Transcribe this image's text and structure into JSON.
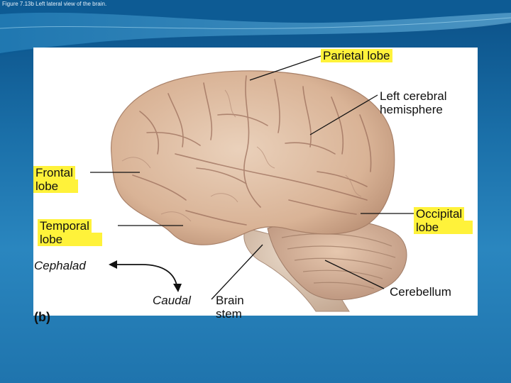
{
  "slide": {
    "caption": "Figure 7.13b Left lateral view of the brain."
  },
  "labels": {
    "parietal": "Parietal lobe",
    "left_cerebral_1": "Left cerebral",
    "left_cerebral_2": "hemisphere",
    "frontal_1": "Frontal",
    "frontal_2": "lobe",
    "occipital_1": "Occipital",
    "occipital_2": "lobe",
    "temporal_1": "Temporal",
    "temporal_2": "lobe",
    "cephalad": "Cephalad",
    "caudal": "Caudal",
    "brain_stem_1": "Brain",
    "brain_stem_2": "stem",
    "cerebellum": "Cerebellum",
    "panel": "(b)"
  },
  "colors": {
    "label_highlight": "#fff23a",
    "background_top": "#0a4f86",
    "background_bottom": "#1f74ad"
  }
}
